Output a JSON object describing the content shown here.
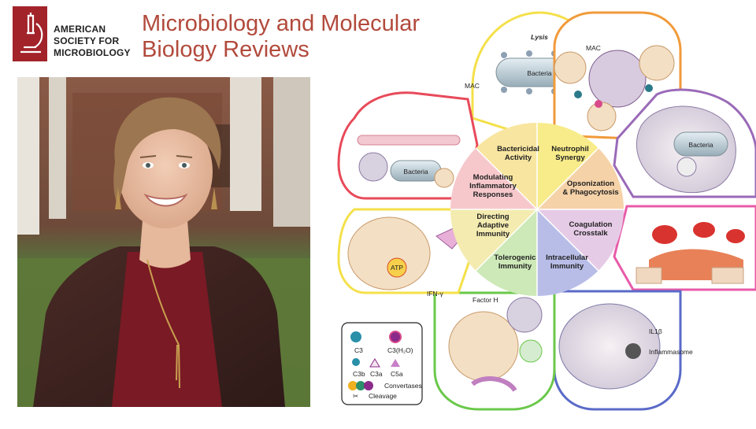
{
  "logo": {
    "lines": [
      "AMERICAN",
      "SOCIETY FOR",
      "MICROBIOLOGY"
    ],
    "icon": "microscope-icon",
    "brand_color": "#a2232a"
  },
  "journal": {
    "title_line1": "Microbiology and Molecular",
    "title_line2": "Biology Reviews",
    "title_color": "#b24a3c"
  },
  "figure": {
    "wedges": [
      {
        "line1": "Bactericidal",
        "line2": "Activity",
        "line3": ""
      },
      {
        "line1": "Neutrophil",
        "line2": "Synergy",
        "line3": ""
      },
      {
        "line1": "Opsonization",
        "line2": "& Phagocytosis",
        "line3": ""
      },
      {
        "line1": "Coagulation",
        "line2": "Crosstalk",
        "line3": ""
      },
      {
        "line1": "Intracellular",
        "line2": "Immunity",
        "line3": ""
      },
      {
        "line1": "Tolerogenic",
        "line2": "Immunity",
        "line3": ""
      },
      {
        "line1": "Directing",
        "line2": "Adaptive",
        "line3": "Immunity"
      },
      {
        "line1": "Modulating",
        "line2": "Inflammatory",
        "line3": "Responses"
      }
    ],
    "petal_labels": {
      "lysis": "Lysis",
      "bacteria": "Bacteria",
      "mac": "MAC",
      "factor_h": "Factor H",
      "ifn": "IFN-γ",
      "atp": "ATP",
      "il1b": "IL1β",
      "inflammasome": "Inflammasome"
    },
    "legend": {
      "c3": "C3",
      "c3h2o": "C3(H₂O)",
      "c3b": "C3b",
      "c3a": "C3a",
      "c5a": "C5a",
      "convertases": "Convertases",
      "cleavage": "Cleavage"
    }
  }
}
